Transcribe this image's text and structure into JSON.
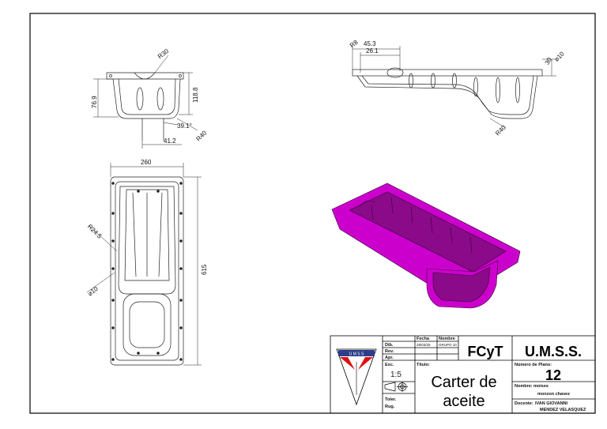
{
  "drawing": {
    "dimensions": {
      "front": {
        "radius_top": "R30",
        "height_left": "76.9",
        "height_right": "118.8",
        "angle": "39.1°",
        "radius_bottom": "R40",
        "width_bottom": "41.2"
      },
      "plan": {
        "width": "260",
        "length": "615",
        "radius_side": "R24.5",
        "hole_dia": "⌀10"
      },
      "side": {
        "radius_top": "R8",
        "len_outer": "45.3",
        "len_inner": "26.1",
        "height_right": "30",
        "dia_right": "⌀10",
        "radius_bottom": "R40"
      }
    },
    "iso_color": "#cc00cc"
  },
  "title_block": {
    "header_fecha": "Fecha",
    "header_nombre": "Nombre",
    "row_dib": "Dib.",
    "row_rev": "Rev.",
    "row_apr": "Apr.",
    "dib_fecha": "28/03/25",
    "dib_nombre": "GRUPO 10",
    "esc_label": "Esc.",
    "scale": "1:5",
    "toler_label": "Toler.",
    "rug_label": "Rug.",
    "titulo_label": "Título:",
    "title_line1": "Carter de",
    "title_line2": "aceite",
    "faculty": "FCyT",
    "university": "U.M.S.S.",
    "plano_label": "Número de Plano:",
    "plano_number": "12",
    "nombre_label": "Nombre:",
    "nombre_line1": "moises",
    "nombre_line2": "monzon chavez",
    "docente_label": "Docente:",
    "docente_line1": "IVAN GIOVANNI",
    "docente_line2": "MENDEZ VELASQUEZ",
    "logo_text": "U M S S"
  }
}
